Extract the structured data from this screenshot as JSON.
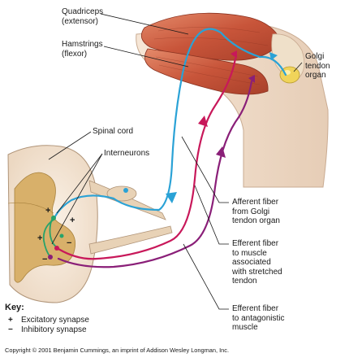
{
  "labels": {
    "quadriceps": "Quadriceps\n(extensor)",
    "hamstrings": "Hamstrings\n(flexor)",
    "golgi_organ": "Golgi\ntendon\norgan",
    "spinal_cord": "Spinal cord",
    "interneurons": "Interneurons",
    "afferent_fiber": "Afferent fiber\nfrom Golgi\ntendon organ",
    "efferent_stretched": "Efferent fiber\nto muscle\nassociated\nwith stretched\ntendon",
    "efferent_antagonistic": "Efferent fiber\nto antagonistic\nmuscle"
  },
  "key": {
    "title": "Key:",
    "excitatory_symbol": "+",
    "excitatory_label": "Excitatory synapse",
    "inhibitory_symbol": "−",
    "inhibitory_label": "Inhibitory synapse"
  },
  "synapse_marks": {
    "plus": "+",
    "minus": "−"
  },
  "copyright": "Copyright © 2001 Benjamin Cummings, an imprint of Addison Wesley Longman, Inc.",
  "colors": {
    "afferent": "#2aa2d6",
    "efferent_stretched": "#c8185a",
    "efferent_antagonistic": "#8a1f78",
    "interneuron": "#27a36a",
    "muscle": "#c8553a",
    "gray_matter": "#d8b06a",
    "golgi_organ": "#f0d45a"
  }
}
